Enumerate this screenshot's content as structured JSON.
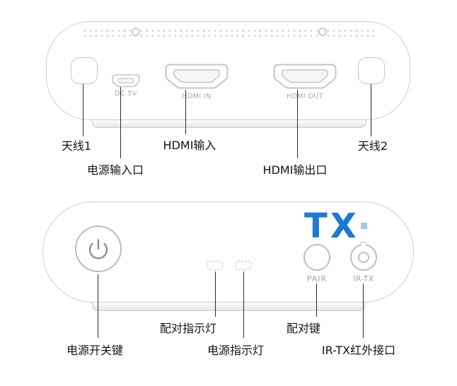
{
  "back_panel": {
    "ports": {
      "dc": "DC 5V",
      "hdmi_in": "HDMI IN",
      "hdmi_out": "HDMI OUT"
    },
    "callouts": {
      "antenna1": "天线1",
      "power_in": "电源输入口",
      "hdmi_in": "HDMI输入",
      "hdmi_out": "HDMI输出口",
      "antenna2": "天线2"
    }
  },
  "front_panel": {
    "logo": "TX",
    "buttons": {
      "pair": "PAIR",
      "irtx": "IR-TX"
    },
    "callouts": {
      "power_button": "电源开关键",
      "pair_led": "配对指示灯",
      "power_led": "电源指示灯",
      "pair_button": "配对键",
      "irtx_port": "IR-TX红外接口"
    }
  },
  "colors": {
    "logo_blue": "#1b79d2",
    "logo_dot_blue": "#9fc8ea",
    "device_outline": "#cbced1",
    "port_label_gray": "#a6abaf",
    "callout_black": "#141414"
  }
}
